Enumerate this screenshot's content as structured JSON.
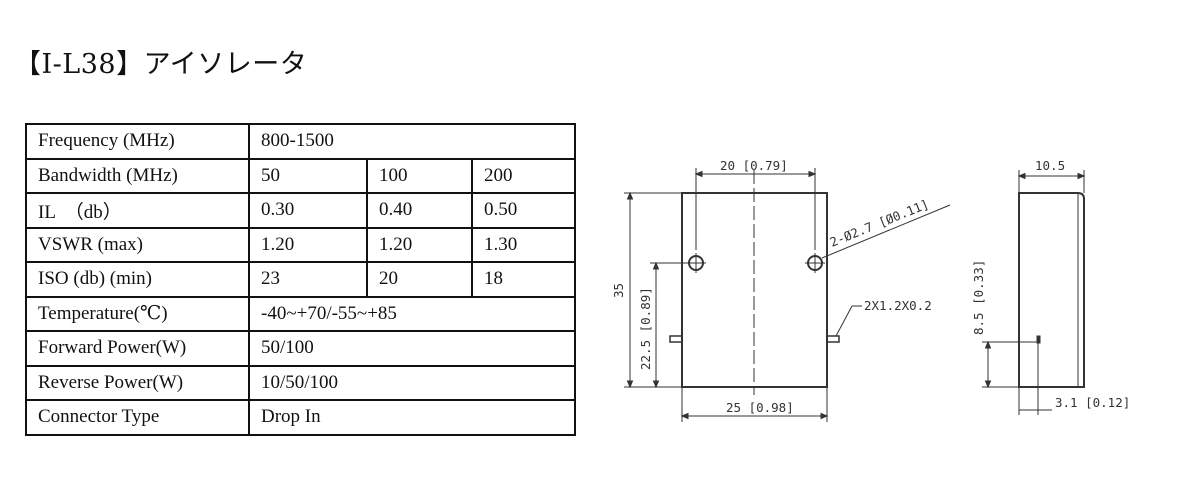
{
  "title": "【I-L38】アイソレータ",
  "spec_table": {
    "rows": [
      {
        "label": "Frequency (MHz)",
        "value": "800-1500"
      },
      {
        "label": "Bandwidth (MHz)",
        "values": [
          "50",
          "100",
          "200"
        ]
      },
      {
        "label": "IL　（db）",
        "values": [
          "0.30",
          "0.40",
          "0.50"
        ]
      },
      {
        "label": "VSWR (max)",
        "values": [
          "1.20",
          "1.20",
          "1.30"
        ]
      },
      {
        "label": "ISO (db) (min)",
        "values": [
          "23",
          "20",
          "18"
        ]
      },
      {
        "label": "Temperature(℃)",
        "value": "-40~+70/-55~+85"
      },
      {
        "label": "Forward Power(W)",
        "value": "50/100"
      },
      {
        "label": "Reverse Power(W)",
        "value": "10/50/100"
      },
      {
        "label": "Connector Type",
        "value": "Drop In"
      }
    ]
  },
  "drawing": {
    "dims": {
      "top_width": "20 [0.79]",
      "height": "35",
      "hole_height": "22.5 [0.89]",
      "bottom_width": "25 [0.98]",
      "hole_callout": "2-Ø2.7 [Ø0.11]",
      "tab_callout": "2X1.2X0.2",
      "side_thickness": "10.5",
      "side_pin_height": "8.5 [0.33]",
      "side_pin_offset": "3.1 [0.12]"
    }
  }
}
